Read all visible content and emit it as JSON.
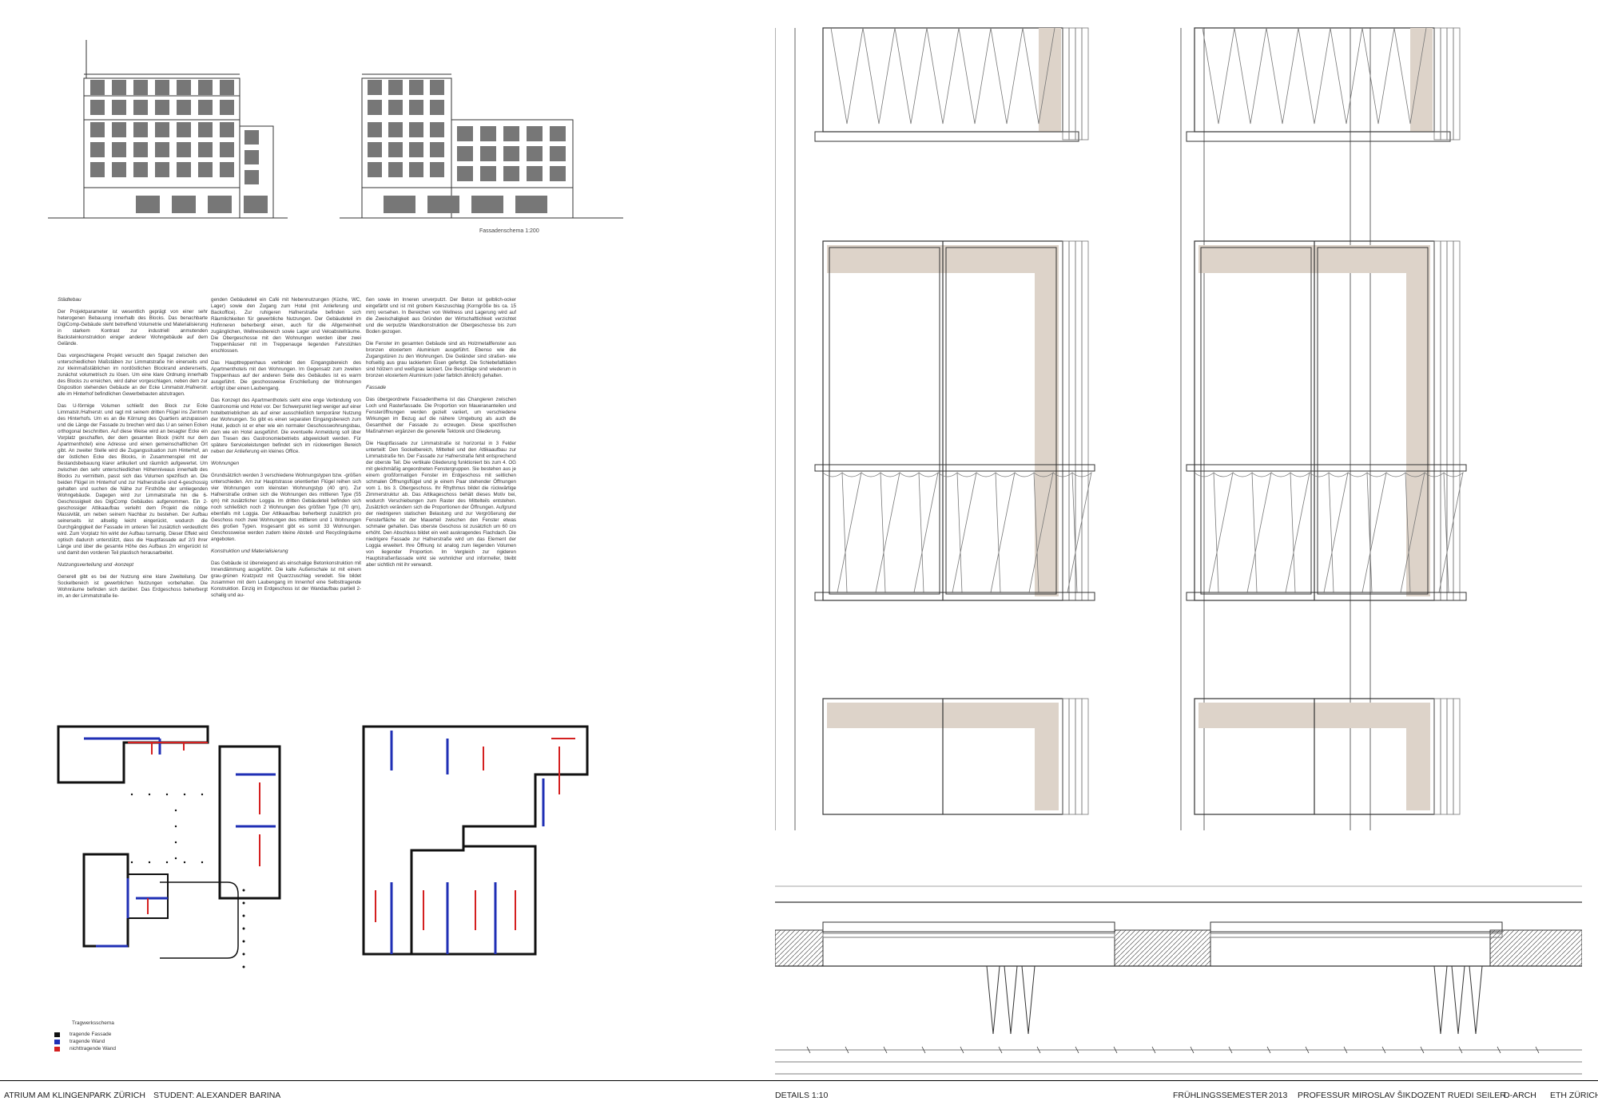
{
  "elevations": {
    "caption": "Fassadenschema 1:200"
  },
  "text_columns": [
    {
      "sections": [
        {
          "heading": "Städtebau",
          "paragraphs": [
            "Der Projektparameter ist wesentlich geprägt von einer sehr heterogenen Bebauung innerhalb des Blocks. Das benachbarte DigiComp-Gebäude steht betreffend Volumetrie und Materialisierung in starkem Kontrast zur industriell anmutenden Backsteinkonstruktion einiger anderer Wohngebäude auf dem Gelände.",
            "Das vorgeschlagene Projekt versucht den Spagat zwischen den unterschiedlichen Maßstäben zur Limmatstraße hin einerseits und zur kleinmaßstäblichen im nordöstlichen Blockrand andererseits, zunächst volumetrisch zu lösen. Um eine klare Ordnung innerhalb des Blocks zu erreichen, wird daher vorgeschlagen, neben dem zur Disposition stehenden Gebäude an der Ecke Limmatstr./Hafnerstr. alle im Hinterhof befindlichen Gewerbebauten abzutragen.",
            "Das U-förmige Volumen schließt den Block zur Ecke Limmatstr./Hafnerstr. und ragt mit seinem dritten Flügel ins Zentrum des Hinterhofs. Um es an die Körnung des Quartiers anzupassen und die Länge der Fassade zu brechen wird das U an seinen Ecken orthogonal beschnitten. Auf diese Weise wird an besagter Ecke ein Vorplatz geschaffen, der dem gesamten Block (nicht nur dem Apartmenthotel) eine Adresse und einen gemeinschaftlichen Ort gibt. An zweiter Stelle wird die Zugangssituation zum Hinterhof, an der östlichen Ecke des Blocks, in Zusammenspiel mit der Bestandsbebauung klarer artikuliert und räumlich aufgewertet. Um zwischen den sehr unterschiedlichen Höhenniveaus innerhalb des Blocks zu vermitteln, passt sich das Volumen spezifisch an. Die beiden Flügel im Hinterhof und zur Hafnerstraße sind 4-geschossig gehalten und suchen die Nähe zur Firsthöhe der umliegenden Wohngebäude. Dagegen wird zur Limmatstraße hin die 6-Geschossigkeit des DigiComp Gebäudes aufgenommen. Ein 2-geschossiger Attikaaufbau verleiht dem Projekt die nötige Massivität, um neben seinem Nachbar zu bestehen. Der Aufbau seinerseits ist allseitig leicht eingerückt, wodurch die Durchgängigkeit der Fassade im unteren Teil zusätzlich verdeutlicht wird. Zum Vorplatz hin wirkt der Aufbau turmartig. Dieser Effekt wird optisch dadurch unterstützt, dass die Hauptfassade auf 2/3 ihrer Länge und über die gesamte Höhe des Aufbaus 2m eingerückt ist und damit den vorderen Teil plastisch herausarbeitet."
          ]
        },
        {
          "heading": "Nutzungsverteilung und -konzept",
          "paragraphs": [
            "Generell gibt es bei der Nutzung eine klare Zweiteilung. Der Sockelbereich ist gewerblichen Nutzungen vorbehalten. Die Wohnräume befinden sich darüber. Das Erdgeschoss beherbergt im, an der Limmatstraße lie-"
          ]
        }
      ]
    },
    {
      "sections": [
        {
          "heading": "",
          "paragraphs": [
            "genden Gebäudeteil ein Café mit Nebennutzungen (Küche, WC, Lager) sowie den Zugang zum Hotel (mit Anlieferung und Backoffice). Zur ruhigeren Hafnerstraße befinden sich Räumlichkeiten für gewerbliche Nutzungen. Der Gebäudeteil im Hofinneren beherbergt einen, auch für die Allgemeinheit zugänglichen, Wellnessbereich sowie Lager und Veloabstellräume. Die Obergeschosse mit den Wohnungen werden über zwei Treppenhäuser mit im Treppenauge liegenden Fahrstühlen erschlossen.",
            "Das Haupttreppenhaus verbindet den Eingangsbereich des Apartmenthotels mit den Wohnungen. Im Gegensatz zum zweiten Treppenhaus auf der anderen Seite des Gebäudes ist es warm ausgeführt. Die geschossweise Erschließung der Wohnungen erfolgt über einen Laubengang.",
            "Das Konzept des Apartmenthotels sieht eine enge Verbindung von Gastronomie und Hotel vor. Der Schwerpunkt liegt weniger auf einer hotelbetrieblichen als auf einer ausschließlich temporärer Nutzung der Wohnungen. So gibt es einen separaten Eingangsbereich zum Hotel, jedoch ist er eher wie ein normaler Geschosswohnungsbau, dem wie ein Hotel ausgeführt. Die eventuelle Anmeldung soll über den Tresen des Gastronomiebetriebs abgewickelt werden. Für spätere Serviceleistungen befindet sich im rückwertigen Bereich neben der Anlieferung ein kleines Office."
          ]
        },
        {
          "heading": "Wohnungen",
          "paragraphs": [
            "Grundsätzlich werden 3 verschiedene Wohnungstypen bzw. -größen unterschieden. Am zur Hauptstrasse orientierten Flügel reihen sich vier Wohnungen vom kleinsten Wohnungstyp (40 qm). Zur Hafnerstraße ordnen sich die Wohnungen des mittleren Type (55 qm) mit zusätzlicher Loggia. Im dritten Gebäudeteil befinden sich noch schließlich noch 2 Wohnungen des größten Type (70 qm), ebenfalls mit Loggia. Der Attikaaufbau beherbergt zusätzlich pro Geschoss noch zwei Wohnungen des mittleren und 1 Wohnungen des großen Typen. Insgesamt gibt es somit 33 Wohnungen. Geschossweise werden zudem kleine Abstell- und Recyclingräume angeboten."
          ]
        },
        {
          "heading": "Konstruktion und Materialisierung",
          "paragraphs": [
            "Das Gebäude ist überwiegend als einschalige Betonkonstruktion mit Innendämmung ausgeführt. Die kalte Außenschale ist mit einem grau-grünen Kratzputz mit Quarzzuschlag veredelt. Sie bildet zusammen mit dem Laubengang im Innenhof eine Selbsttragende Konstruktion. Einzig im Erdgeschoss ist der Wandaufbau partiell 2-schalig und au-"
          ]
        }
      ]
    },
    {
      "sections": [
        {
          "heading": "",
          "paragraphs": [
            "ßen sowie im Inneren unverputzt. Der Beton ist gelblich-ocker eingefärbt und ist mit grobem Kieszuschlag (Korngröße bis ca. 15 mm) versehen. In Bereichen von Wellness und Lagerung wird auf die Zweischaligkeit aus Gründen der Wirtschaftlichkeit verzichtet und die verputzte Wandkonstruktion der Obergeschosse bis zum Boden gezogen.",
            "Die Fenster im gesamten Gebäude sind als Holzmetallfenster aus bronzen eloxiertem Aluminium ausgeführt. Ebenso wie die Zugangstüren zu den Wohnungen. Die Geländer sind straßen- wie hofseitig aus grau lackiertem Eisen gefertigt. Die Schiebefaltläden sind hölzern und weißgrau lackiert. Die Beschläge sind wiederum in bronzen eloxiertem Aluminium (oder farblich ähnlich) gehalten."
          ]
        },
        {
          "heading": "Fassade",
          "paragraphs": [
            "Das übergeordnete Fassadenthema ist das Changieren zwischen Loch und Rasterfassade. Die Proportion von Mauerananteilen und Fensteröffnungen werden gezielt variiert, um verschiedene Wirkungen im Bezug auf die nähere Umgebung als auch die Gesamtheit der Fassade zu erzeugen. Diese spezifischen Maßnahmen ergänzen die generelle Tektonik und Gliederung.",
            "Die Hauptfassade zur Limmatstraße ist horizontal in 3 Felder unterteilt: Den Sockelbereich, Mittelteil und den Attikaaufbau zur Limmatstraße hin. Der Fassade zur Hafnerstraße fehlt entsprechend der oberste Teil. Die vertikale Gliederung funktioniert bis zum 4. OG mit gleichmäßig angeordneten Fenstergruppen. Sie bestehen aus je einem großformatigen Fenster im Erdgeschoss mit seitlichen schmalen Öffnungsflügel und je einem Paar stehender Öffnungen vom 1. bis 3. Obergeschoss. Ihr Rhythmus bildet die rückwärtige Zimmerstruktur ab. Das Attikageschoss behält dieses Motiv bei, wodurch Verschiebungen zum Raster des Mittelteils entstehen. Zusätzlich verändern sich die Proportionen der Öffnungen. Aufgrund der niedrigeren statischen Belastung und zur Vergrößerung der Fensterfläche ist der Mauerteil zwischen den Fenster etwas schmaler gehalten. Das oberste Geschoss ist zusätzlich um 60 cm erhöht. Den Abschluss bildet ein weit auskragendes Flachdach. Die niedrigere Fassade zur Hafnerstraße wird um das Element der Loggia erweitert. Ihre Öffnung ist analog zum liegenden Volumen von liegender Proportion. Im Vergleich zur rigideren Hauptstraßenfassade wirkt sie wohnlicher und informeller, bleibt aber sichtlich mit ihr verwandt."
          ]
        }
      ]
    }
  ],
  "legend": {
    "title": "Tragwerksschema",
    "items": [
      {
        "label": "tragende Fassade",
        "color": "#111111"
      },
      {
        "label": "tragende Wand",
        "color": "#1f2fb5"
      },
      {
        "label": "nichttragende Wand",
        "color": "#d42020"
      }
    ]
  },
  "footer": {
    "project": "ATRIUM AM KLINGENPARK ZÜRICH",
    "student": "STUDENT: ALEXANDER BARINA",
    "scale": "DETAILS 1:10",
    "semester": "FRÜHLINGSSEMESTER",
    "year": "2013",
    "professor": "PROFESSUR MIROSLAV ŠIK",
    "lecturer": "DOZENT RUEDI SEILER",
    "dept": "D-ARCH",
    "school": "ETH ZÜRICH"
  },
  "colors": {
    "facade_tint": "#ddd3c9",
    "ink": "#333333"
  }
}
